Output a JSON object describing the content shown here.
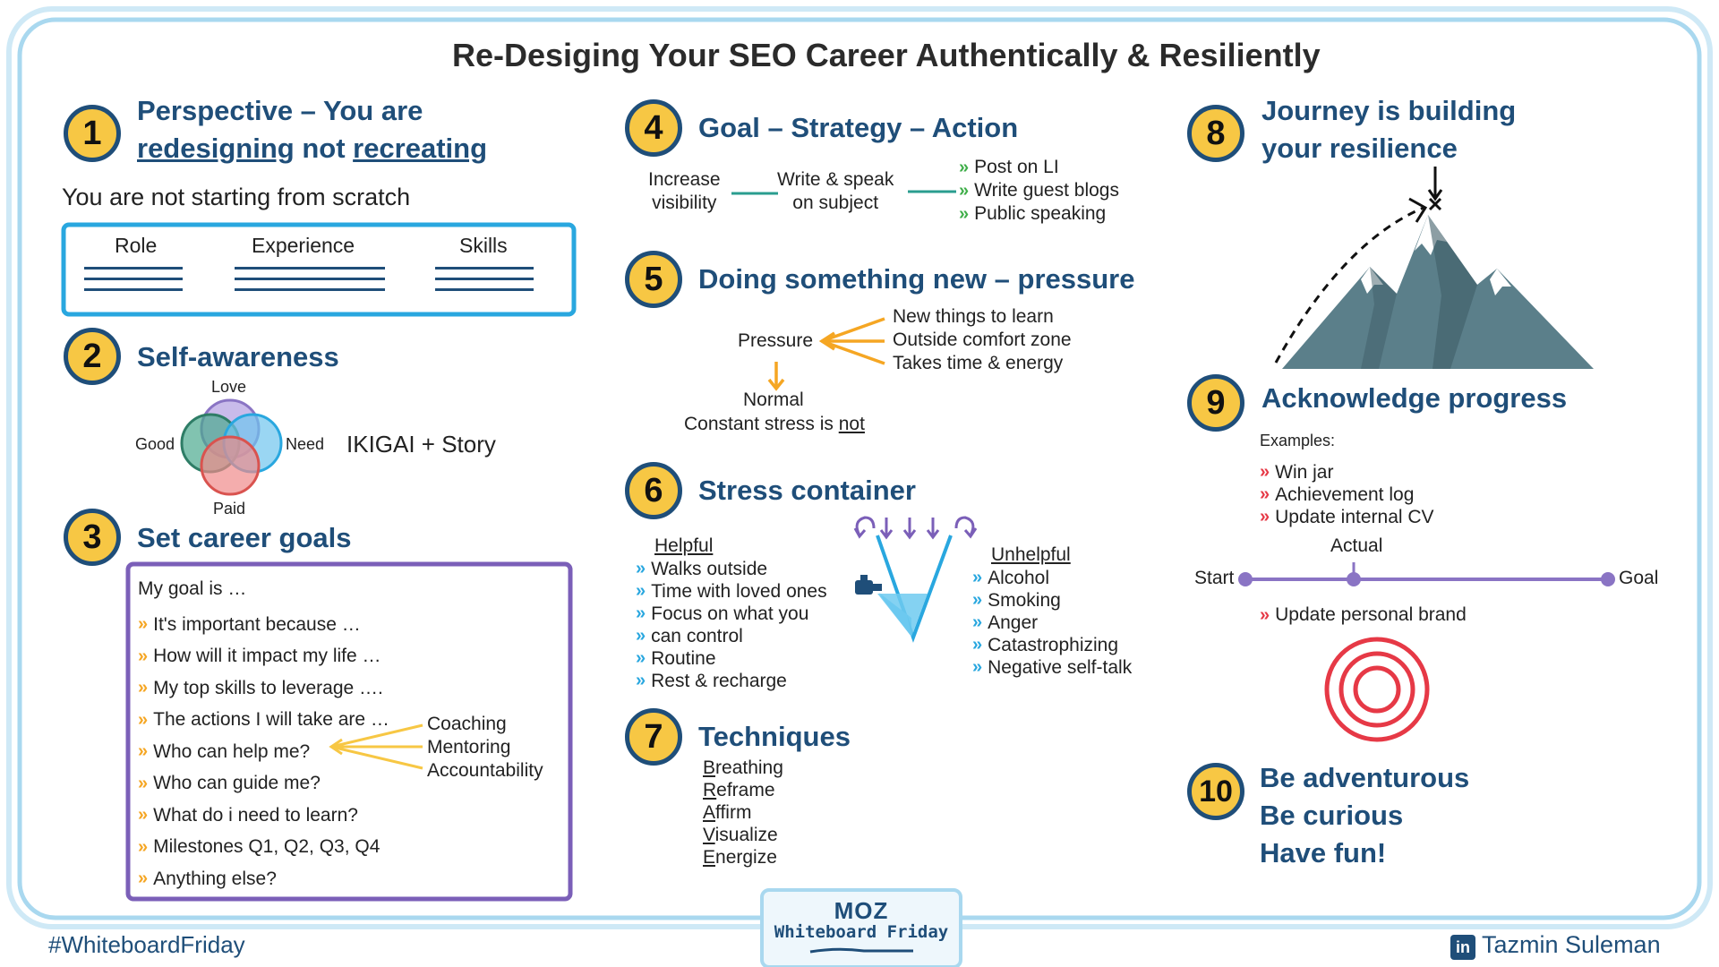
{
  "title": "Re-Desiging Your SEO Career Authentically & Resiliently",
  "footer": {
    "hashtag": "#WhiteboardFriday",
    "moz_logo": "MOZ",
    "moz_sub": "Whiteboard Friday",
    "author_icon": "in",
    "author": "Tazmin Suleman"
  },
  "colors": {
    "heading": "#1f4e79",
    "badge": "#f7c744",
    "frame": "#b9dff2",
    "accent_orange": "#f5a623",
    "accent_blue": "#29a7df",
    "accent_green": "#3fae49",
    "accent_red": "#e63946",
    "accent_purple": "#7b5fb8"
  },
  "s1": {
    "num": "1",
    "h_a": "Perspective –  You are",
    "h_b1": "redesigning",
    "h_b2": " not ",
    "h_b3": "recreating",
    "sub": "You are not starting from scratch",
    "cols": [
      "Role",
      "Experience",
      "Skills"
    ]
  },
  "s2": {
    "num": "2",
    "h": "Self-awareness",
    "love": "Love",
    "good": "Good",
    "need": "Need",
    "paid": "Paid",
    "ikigai": "IKIGAI + Story"
  },
  "s3": {
    "num": "3",
    "h": "Set career goals",
    "intro": "My goal is …",
    "items": [
      "It's important because …",
      "How will it impact my life …",
      "My top skills to leverage ….",
      "The actions I will take are …",
      "Who can help me?",
      "Who can guide me?",
      "What do i need to learn?",
      "Milestones Q1, Q2, Q3, Q4",
      "Anything else?"
    ],
    "helpers": [
      "Coaching",
      "Mentoring",
      "Accountability"
    ]
  },
  "s4": {
    "num": "4",
    "h": "Goal – Strategy – Action",
    "goal_a": "Increase",
    "goal_b": "visibility",
    "strat_a": "Write & speak",
    "strat_b": "on subject",
    "actions": [
      "Post on LI",
      "Write guest blogs",
      "Public speaking"
    ]
  },
  "s5": {
    "num": "5",
    "h": "Doing something new – pressure",
    "pressure": "Pressure",
    "causes": [
      "New things to learn",
      "Outside comfort zone",
      "Takes time & energy"
    ],
    "normal": "Normal",
    "stress_a": "Constant stress is ",
    "stress_b": "not"
  },
  "s6": {
    "num": "6",
    "h": "Stress container",
    "helpful": "Helpful",
    "helpful_items": [
      "Walks outside",
      "Time with loved ones",
      "Focus on what you",
      "can control",
      "Routine",
      "Rest & recharge"
    ],
    "unhelpful": "Unhelpful",
    "unhelpful_items": [
      "Alcohol",
      "Smoking",
      "Anger",
      "Catastrophizing",
      "Negative self-talk"
    ]
  },
  "s7": {
    "num": "7",
    "h": "Techniques",
    "items": [
      {
        "first": "B",
        "rest": "reathing"
      },
      {
        "first": "R",
        "rest": "eframe"
      },
      {
        "first": "A",
        "rest": "ffirm"
      },
      {
        "first": "V",
        "rest": "isualize"
      },
      {
        "first": "E",
        "rest": "nergize"
      }
    ]
  },
  "s8": {
    "num": "8",
    "h_a": "Journey is building",
    "h_b": "your resilience"
  },
  "s9": {
    "num": "9",
    "h": "Acknowledge progress",
    "examples": "Examples:",
    "items": [
      "Win jar",
      "Achievement log",
      "Update internal CV"
    ],
    "start": "Start",
    "actual": "Actual",
    "goal": "Goal",
    "extra": "Update personal brand"
  },
  "s10": {
    "num": "10",
    "lines": [
      "Be adventurous",
      "Be curious",
      "Have fun!"
    ]
  }
}
